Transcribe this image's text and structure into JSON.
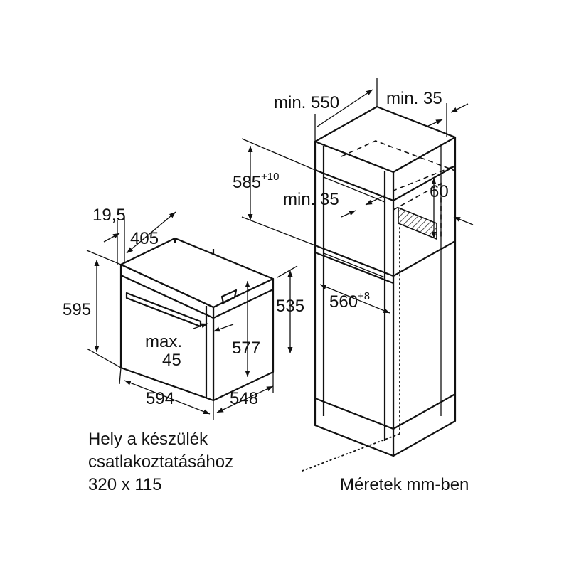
{
  "colors": {
    "line": "#111111",
    "background": "#ffffff",
    "hatch": "#666666"
  },
  "oven": {
    "height_label": "595",
    "width_label": "594",
    "depth_label": "548",
    "body_depth_label": "535",
    "front_height_label": "577",
    "front_offset_label": "19,5",
    "top_depth_label": "405",
    "handle_label_line1": "max.",
    "handle_label_line2": "45"
  },
  "cabinet": {
    "min_depth_label": "min. 550",
    "min_gap_label": "min. 35",
    "niche_height_label": "585",
    "niche_height_tolerance": "+10",
    "min_vent_label": "min. 35",
    "vent_height_label": "60",
    "niche_width_label": "560",
    "niche_width_tolerance": "+8"
  },
  "notes": {
    "connection_line1": "Hely a készülék",
    "connection_line2": "csatlakoztatásához",
    "connection_line3": "320 x 115",
    "units": "Méretek mm-ben"
  }
}
